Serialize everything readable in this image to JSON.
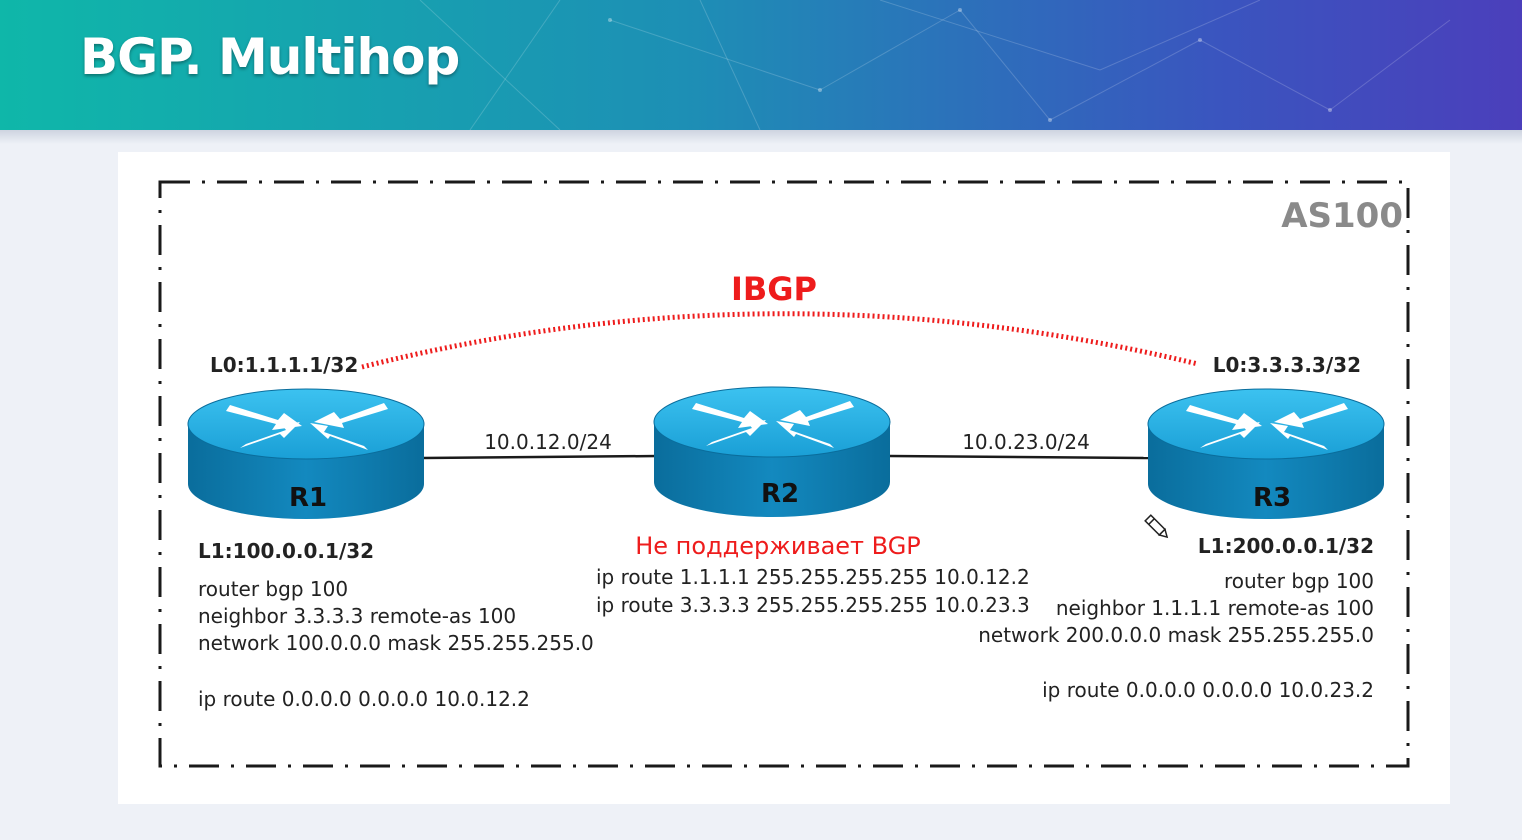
{
  "slide": {
    "title": "BGP. Multihop"
  },
  "diagram": {
    "as_label": "AS100",
    "session_label": "IBGP",
    "colors": {
      "session": "#ee1c1c",
      "note": "#ee1c1c",
      "router_top": "#2cb0e4",
      "router_side": "#0e82b8",
      "as_label": "#8a8a8a"
    },
    "links": [
      {
        "label": "10.0.12.0/24"
      },
      {
        "label": "10.0.23.0/24"
      }
    ],
    "routers": {
      "r1": {
        "name": "R1",
        "loopback0": "L0:1.1.1.1/32",
        "loopback1": "L1:100.0.0.1/32",
        "config": [
          "router bgp 100",
          "neighbor 3.3.3.3 remote-as 100",
          "network 100.0.0.0 mask 255.255.255.0"
        ],
        "route": "ip route 0.0.0.0 0.0.0.0 10.0.12.2"
      },
      "r2": {
        "name": "R2",
        "note": "Не поддерживает BGP",
        "config": [
          "ip route 1.1.1.1 255.255.255.255 10.0.12.2",
          "ip route 3.3.3.3 255.255.255.255 10.0.23.3"
        ]
      },
      "r3": {
        "name": "R3",
        "loopback0": "L0:3.3.3.3/32",
        "loopback1": "L1:200.0.0.1/32",
        "config": [
          "router bgp 100",
          "neighbor 1.1.1.1 remote-as 100",
          "network 200.0.0.0 mask 255.255.255.0"
        ],
        "route": "ip route 0.0.0.0 0.0.0.0 10.0.23.2"
      }
    },
    "icons": [
      "router-icon",
      "cursor-pen-icon"
    ]
  }
}
